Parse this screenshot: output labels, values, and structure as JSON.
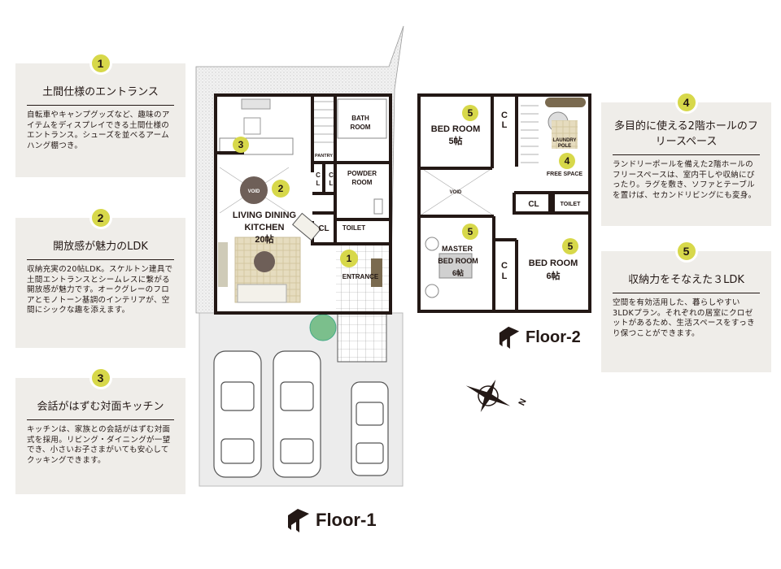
{
  "cards": [
    {
      "number": "1",
      "title": "土間仕様のエントランス",
      "body": "自転車やキャンプグッズなど、趣味のアイテムをディスプレイできる土間仕様のエントランス。シューズを並べるアームハング棚つき。"
    },
    {
      "number": "2",
      "title": "開放感が魅力のLDK",
      "body": "収納充実の20帖LDK。スケルトン建具で土間エントランスとシームレスに繋がる開放感が魅力です。オークグレーのフロアとモノトーン基調のインテリアが、空間にシックな趣を添えます。"
    },
    {
      "number": "3",
      "title": "会話がはずむ対面キッチン",
      "body": "キッチンは、家族との会話がはずむ対面式を採用。リビング・ダイニングが一望でき、小さいお子さまがいても安心してクッキングできます。"
    },
    {
      "number": "4",
      "title": "多目的に使える2階ホールのフリースペース",
      "body": "ランドリーポールを備えた2階ホールのフリースペースは、室内干しや収納にぴったり。ラグを敷き、ソファとテーブルを置けば、セカンドリビングにも変身。"
    },
    {
      "number": "5",
      "title": "収納力をそなえた３LDK",
      "body": "空間を有効活用した、暮らしやすい3LDKプラン。それぞれの居室にクロゼットがあるため、生活スペースをすっきり保つことができます。"
    }
  ],
  "floor1": {
    "label": "Floor-1",
    "rooms": {
      "bath": "BATH",
      "bath2": "ROOM",
      "pantry": "PANTRY",
      "cl": "C",
      "cl2": "L",
      "powder": "POWDER",
      "powder2": "ROOM",
      "void": "VOID",
      "ldk1": "LIVING DINING",
      "ldk2": "KITCHEN",
      "ldk3": "20帖",
      "cl3": "CL",
      "toilet": "TOILET",
      "entrance": "ENTRANCE"
    },
    "markers": {
      "m1": "1",
      "m2": "2",
      "m3": "3"
    }
  },
  "floor2": {
    "label": "Floor-2",
    "rooms": {
      "bed1": "BED ROOM",
      "bed1size": "5帖",
      "cl": "C",
      "cl2": "L",
      "laundry1": "LAUNDRY",
      "laundry2": "POLE",
      "free": "FREE SPACE",
      "void": "VOID",
      "cl3": "CL",
      "toilet": "TOILET",
      "master1": "MASTER",
      "master2": "BED ROOM",
      "mastersize": "6帖",
      "bed3": "BED ROOM",
      "bed3size": "6帖"
    },
    "markers": {
      "m4": "4",
      "m5a": "5",
      "m5b": "5",
      "m5c": "5"
    }
  },
  "compass": {
    "north": "N"
  },
  "colors": {
    "badge": "#d7d84a",
    "card": "#efede9",
    "wall": "#231815"
  }
}
